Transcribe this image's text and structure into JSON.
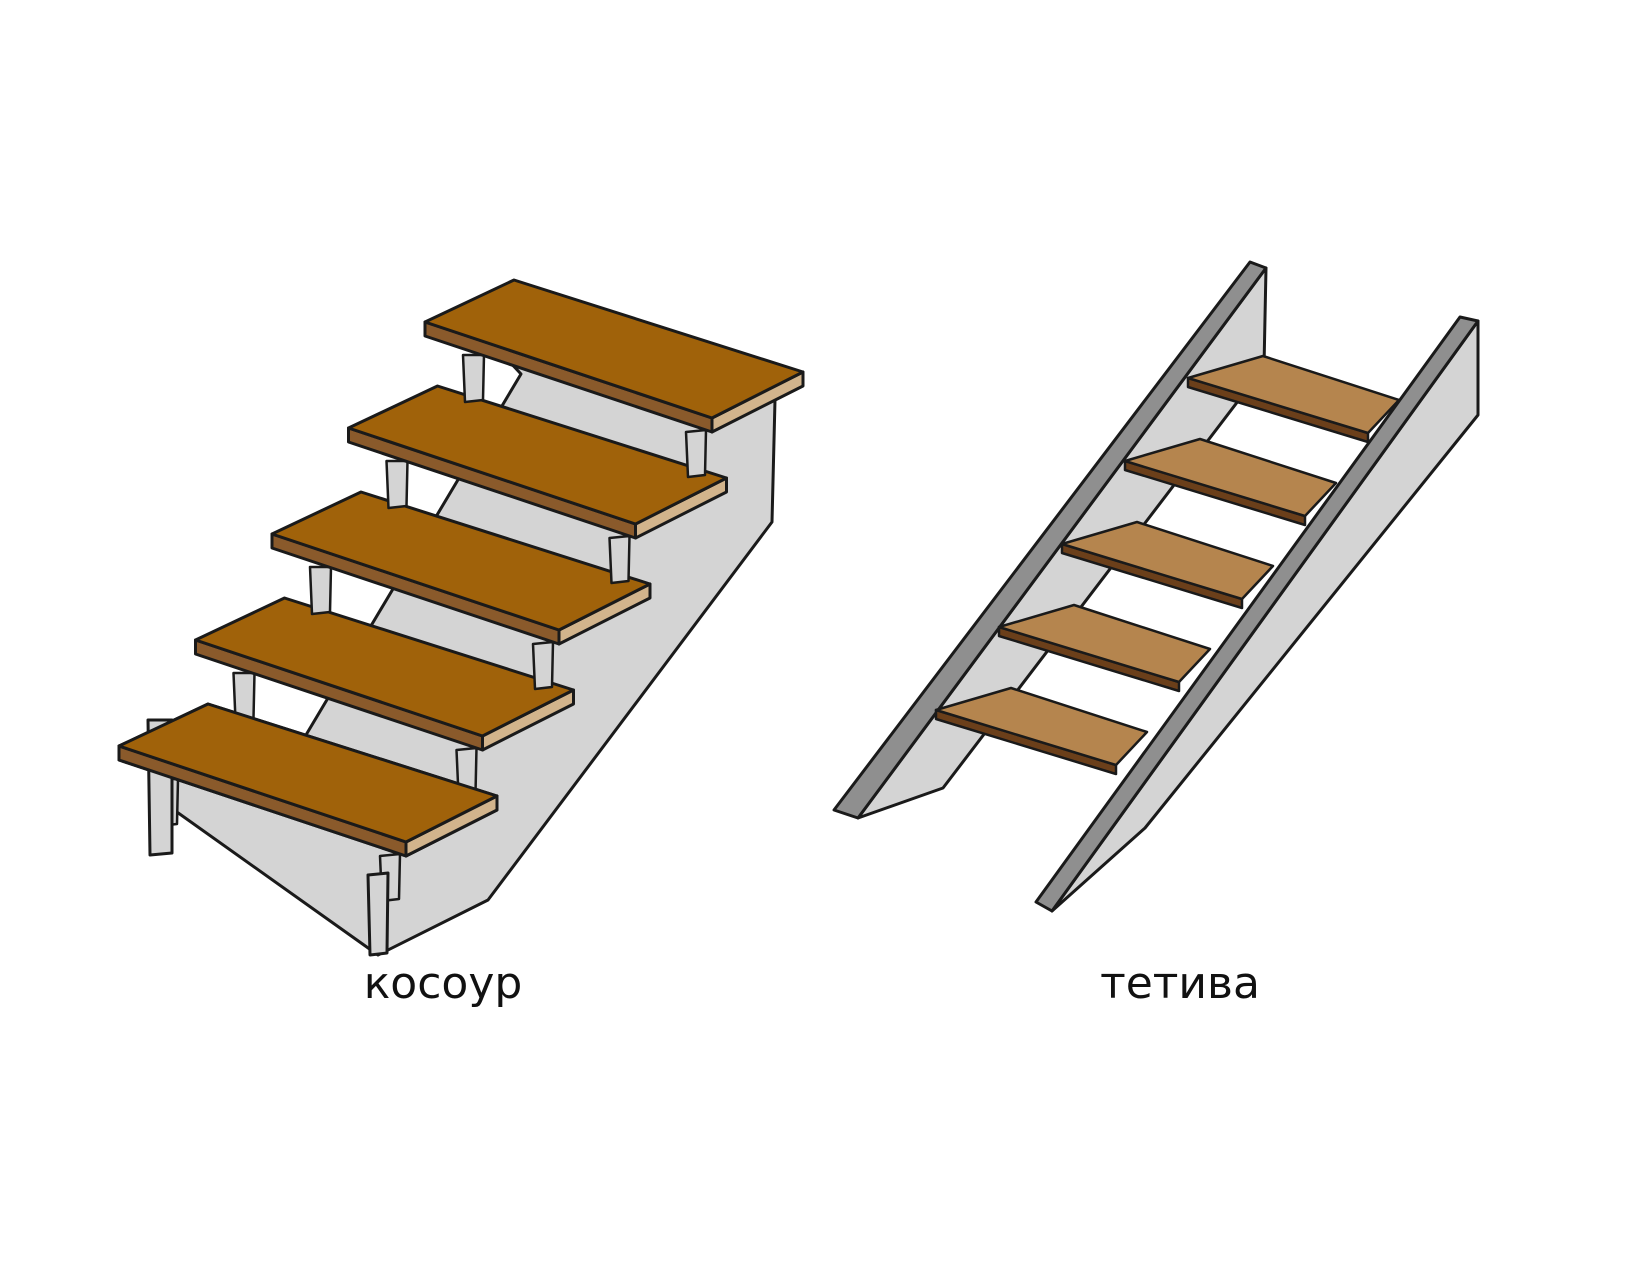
{
  "diagrams": [
    {
      "id": "kosour",
      "label": "косоур",
      "steps": 5
    },
    {
      "id": "tetiva",
      "label": "тетива",
      "steps": 5
    }
  ],
  "colors": {
    "tread_kosour": "#a0620a",
    "tread_kosour_edge": "#d2b48c",
    "tread_tetiva": "#b5854e",
    "tread_tetiva_edge": "#6b3f1a",
    "stringer_face": "#d4d4d4",
    "stringer_edge": "#8f8f8f",
    "outline": "#1a1a1a"
  }
}
